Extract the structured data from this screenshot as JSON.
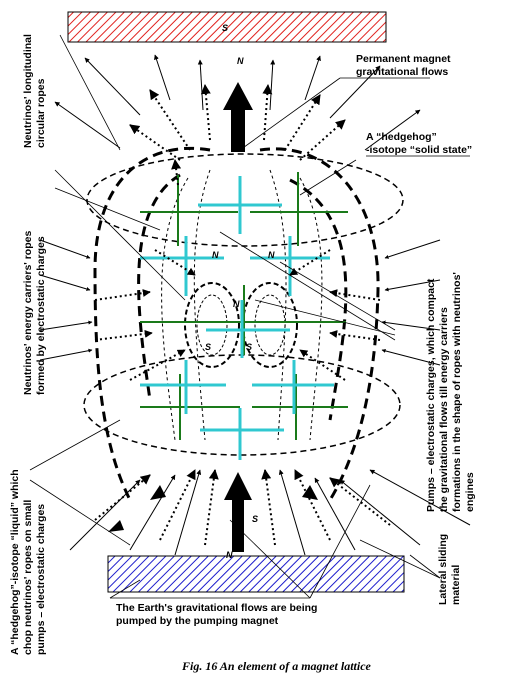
{
  "labels": {
    "permanent_magnet_1": "Permanent magnet",
    "permanent_magnet_2": "gravitational flows",
    "hedgehog_solid_1": "A “hedgehog”",
    "hedgehog_solid_2": "-isotope “solid state”",
    "neutrinos_longitudinal_1": "Neutrinos' longitudinal",
    "neutrinos_longitudinal_2": "circular ropes",
    "energy_carriers_1": "Neutrinos' energy carriers' ropes",
    "energy_carriers_2": "formed by electrostatic charges",
    "pumps_1": "Pumps – electrostatic charges, which compact",
    "pumps_2": "the gravitational flows till energy carriers",
    "pumps_3": "formations in the shape of ropes with neutrinos'",
    "pumps_4": "engines",
    "hedgehog_liquid_1": "A “hedgehog”-isotope “liquid” which",
    "hedgehog_liquid_2": "chop neutrinos' ropes on small",
    "hedgehog_liquid_3": "pumps – electrostatic charges",
    "lateral_1": "Lateral sliding",
    "lateral_2": "material",
    "earth_flows_1": "The Earth's gravitational flows are being",
    "earth_flows_2": "pumped by the pumping magnet"
  },
  "poles": {
    "top_block": "S",
    "top_arrow": "N",
    "upper_n": "N",
    "upper_n_2": "N",
    "center_n": "N",
    "center_s": "S",
    "center_s_2": "S",
    "lower_s": "S",
    "bottom_n": "N"
  },
  "caption": "Fig. 16 An element of a magnet lattice",
  "colors": {
    "top_hatch": "#e0201c",
    "bottom_hatch": "#1c1ccc",
    "cyan_cross": "#30c8d0",
    "green_cross": "#1a7a1a",
    "ink": "#000000"
  }
}
